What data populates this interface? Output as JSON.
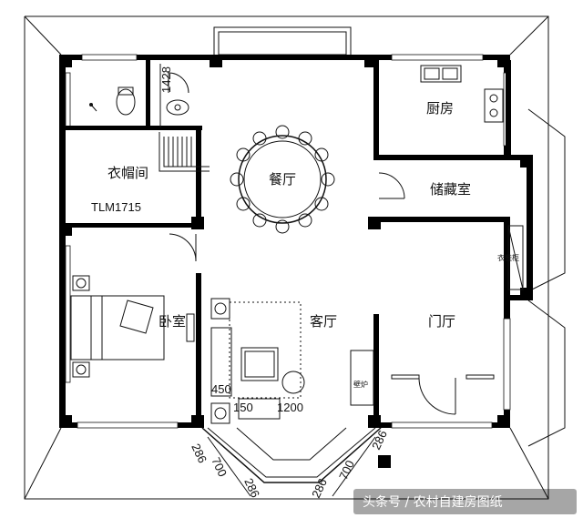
{
  "rooms": {
    "kitchen": "厨房",
    "storage": "储藏室",
    "dining": "餐厅",
    "cloakroom": "衣帽间",
    "bedroom": "卧室",
    "living": "客厅",
    "foyer": "门厅",
    "shoe_cabinet": "衣鞋柜",
    "stove": "壁炉"
  },
  "dimensions": {
    "d1428": "1428",
    "tlm1715": "TLM1715",
    "d450": "450",
    "d150": "150",
    "d1200": "1200",
    "d286a": "286",
    "d700a": "700",
    "d286b": "286",
    "d286c": "286",
    "d700b": "700",
    "d286d": "286"
  },
  "watermark": {
    "text": "头条号 / 农村自建房图纸"
  }
}
